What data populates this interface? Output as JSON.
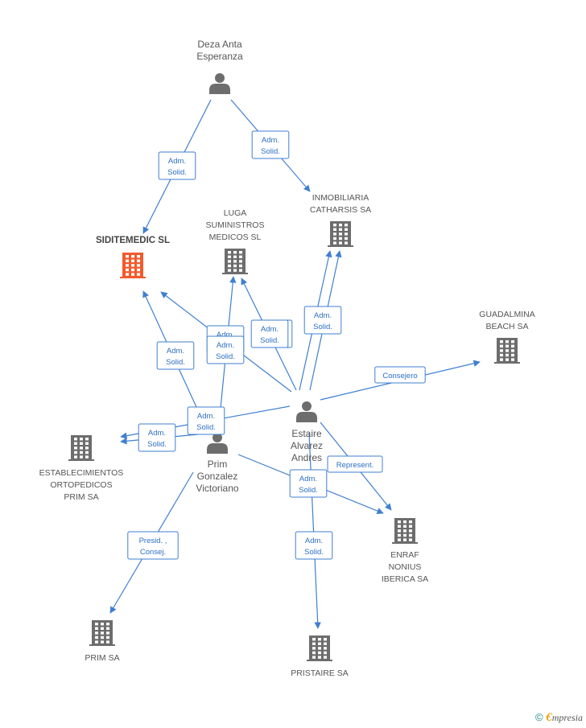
{
  "colors": {
    "edge": "#3f7fd0",
    "node": "#6d6d6d",
    "highlight": "#f25a2c"
  },
  "nodes": [
    {
      "id": "deza",
      "type": "person",
      "label": [
        "Deza Anta",
        "Esperanza"
      ]
    },
    {
      "id": "inmob",
      "type": "company",
      "label": [
        "INMOBILIARIA",
        "CATHARSIS SA"
      ]
    },
    {
      "id": "luga",
      "type": "company",
      "label": [
        "LUGA",
        "SUMINISTROS",
        "MEDICOS SL"
      ]
    },
    {
      "id": "sidi",
      "type": "company",
      "label": [
        "SIDITEMEDIC SL"
      ],
      "highlight": true
    },
    {
      "id": "guad",
      "type": "company",
      "label": [
        "GUADALMINA",
        "BEACH SA"
      ]
    },
    {
      "id": "estaire",
      "type": "person",
      "label": [
        "Estaire",
        "Alvarez",
        "Andres"
      ]
    },
    {
      "id": "primg",
      "type": "person",
      "label": [
        "Prim",
        "Gonzalez",
        "Victoriano"
      ]
    },
    {
      "id": "estab",
      "type": "company",
      "label": [
        "ESTABLECIMIENTOS",
        "ORTOPEDICOS",
        "PRIM SA"
      ]
    },
    {
      "id": "enraf",
      "type": "company",
      "label": [
        "ENRAF",
        "NONIUS",
        "IBERICA SA"
      ]
    },
    {
      "id": "primsa",
      "type": "company",
      "label": [
        "PRIM SA"
      ]
    },
    {
      "id": "pristaire",
      "type": "company",
      "label": [
        "PRISTAIRE SA"
      ]
    }
  ],
  "edges": [
    {
      "from": "deza",
      "to": "sidi",
      "label": [
        "Adm.",
        "Solid."
      ]
    },
    {
      "from": "deza",
      "to": "inmob",
      "label": [
        "Adm.",
        "Solid."
      ]
    },
    {
      "from": "estaire",
      "to": "inmob",
      "label": [
        "Adm.",
        "Solid."
      ]
    },
    {
      "from": "estaire",
      "to": "inmob",
      "label": [
        "Adm.",
        "Solid."
      ]
    },
    {
      "from": "estaire",
      "to": "luga",
      "label": [
        "Adm.",
        "Solid."
      ]
    },
    {
      "from": "estaire",
      "to": "sidi",
      "label": [
        "Adm.",
        "Solid."
      ]
    },
    {
      "from": "primg",
      "to": "luga",
      "label": [
        "Adm.",
        "Solid."
      ]
    },
    {
      "from": "primg",
      "to": "sidi",
      "label": [
        "Adm.",
        "Solid."
      ]
    },
    {
      "from": "estaire",
      "to": "guad",
      "label": [
        "Consejero"
      ]
    },
    {
      "from": "estaire",
      "to": "estab",
      "label": [
        "Adm.",
        "Solid."
      ]
    },
    {
      "from": "primg",
      "to": "estab",
      "label": [
        "Adm.",
        "Solid."
      ]
    },
    {
      "from": "estaire",
      "to": "enraf",
      "label": [
        "Represent."
      ]
    },
    {
      "from": "primg",
      "to": "enraf",
      "label": [
        "Adm.",
        "Solid."
      ]
    },
    {
      "from": "estaire",
      "to": "pristaire",
      "label": [
        "Adm.",
        "Solid."
      ]
    },
    {
      "from": "primg",
      "to": "primsa",
      "label": [
        "Presid. ,",
        "Consej."
      ]
    }
  ],
  "footer": {
    "copyright": "©",
    "brand_initial": "€",
    "brand_rest": "mpresia"
  }
}
